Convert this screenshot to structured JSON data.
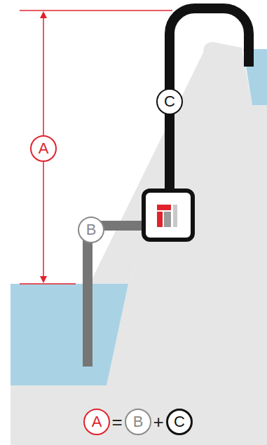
{
  "diagram": {
    "nodes": [
      {
        "text": [
          "C"
        ]
      },
      {
        "text": [
          "A"
        ]
      },
      {
        "text": [
          "B"
        ]
      },
      {
        "text": [
          "A"
        ]
      },
      {
        "text": [
          "B"
        ]
      },
      {
        "text": [
          "C"
        ]
      }
    ],
    "labels": [
      "=",
      "+"
    ]
  }
}
